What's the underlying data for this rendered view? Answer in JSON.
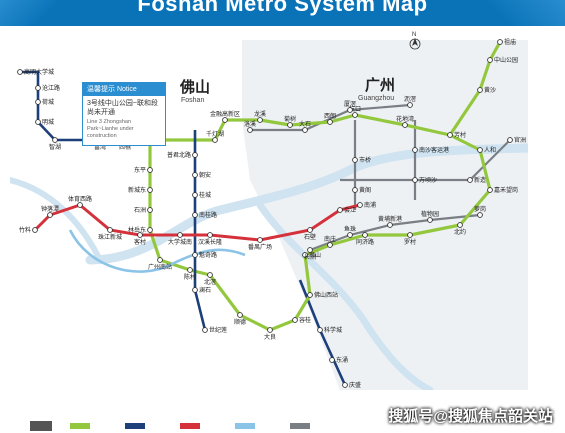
{
  "header": {
    "title": "Foshan Metro System Map"
  },
  "cities": {
    "foshan_cn": "佛山",
    "foshan_en": "Foshan",
    "guangzhou_cn": "广州",
    "guangzhou_en": "Guangzhou"
  },
  "notice": {
    "head": "温馨提示 Notice",
    "body_cn": "3号线中山公园~联和段尚未开通",
    "body_en": "Line 3 Zhongshan Park~Lianhe under construction"
  },
  "compass": {
    "label": "N"
  },
  "lines": {
    "red": "#d4313b",
    "lime": "#93c83e",
    "navy": "#1d3f7a",
    "gray": "#7a7f86",
    "lightblue": "#8cc4e8",
    "river": "#cfe3f1",
    "district": "#eef1f4"
  },
  "stations": {
    "s01": "高明大学城",
    "s02": "沧江路",
    "s03": "荷城",
    "s04": "明城",
    "s05": "智湖",
    "s06": "富湾",
    "s07": "西樵",
    "s08": "东平",
    "s09": "千灯湖",
    "s10": "金融高新区",
    "s11": "龙溪",
    "s12": "菊树",
    "s13": "西朗",
    "s14": "坑口",
    "s15": "花地湾",
    "s16": "芳村",
    "s17": "黄沙",
    "s18": "中山公园",
    "s19": "祖庙",
    "s20": "普君北路",
    "s21": "朝安",
    "s22": "桂城",
    "s23": "南桂路",
    "s24": "魁奇路",
    "s25": "澜石",
    "s26": "世纪莲",
    "s27": "东平",
    "s28": "新城东",
    "s29": "石洲",
    "s30": "林岳东",
    "s31": "广州南站",
    "s32": "陈村",
    "s33": "北滘",
    "s34": "顺德",
    "s35": "大良",
    "s36": "容桂",
    "s37": "佛山西站",
    "s38": "狮山",
    "s39": "南庄",
    "s40": "同济路",
    "s41": "罗村",
    "s42": "北约",
    "s43": "嘉禾望岗",
    "s44": "人和",
    "s45": "竹料",
    "s46": "钟落潭",
    "s47": "体育西路",
    "s48": "珠江新城",
    "s49": "客村",
    "s50": "大学城南",
    "s51": "汉溪长隆",
    "s52": "番禺广场",
    "s53": "石壁",
    "s54": "会江",
    "s55": "南浦",
    "s56": "洛溪",
    "s57": "大石",
    "s58": "厦滘",
    "s59": "沥滘",
    "s60": "市桥",
    "s61": "黄阁",
    "s62": "南沙客运港",
    "s63": "万顷沙",
    "s64": "新造",
    "s65": "官洲",
    "s66": "长洲",
    "s67": "鱼珠",
    "s68": "黄埔新港",
    "s69": "植物园",
    "s70": "萝岗",
    "s71": "科学城",
    "s72": "东涌",
    "s73": "庆盛"
  },
  "watermark": "搜狐号@搜狐焦点韶关站"
}
